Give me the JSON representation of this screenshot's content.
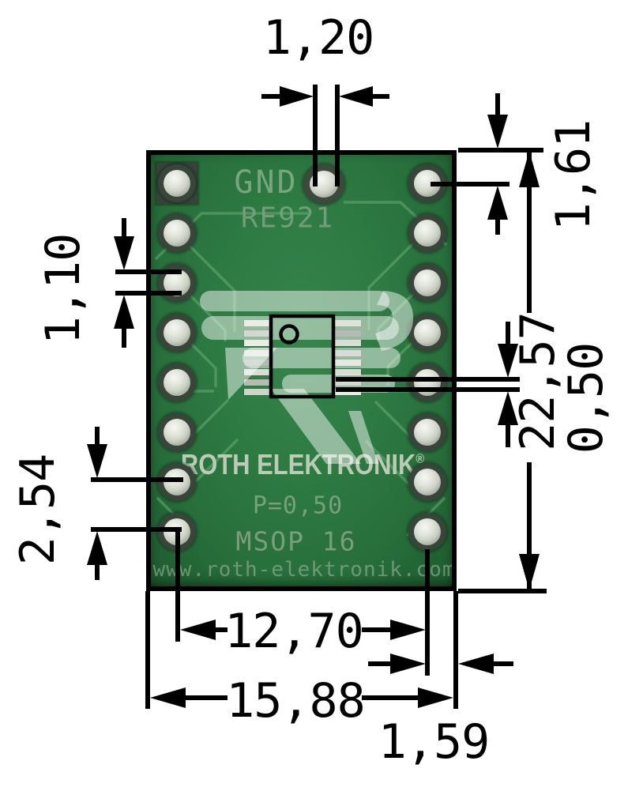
{
  "board": {
    "silkscreen": {
      "gnd": "GND",
      "part_number": "RE921",
      "brand": "ROTH ELEKTRONIK",
      "registered_mark": "®",
      "pitch_label": "P=0,50",
      "package_label": "MSOP 16",
      "website": "www.roth-elektronik.com"
    }
  },
  "dimensions_mm": {
    "gnd_pad_width": "1,20",
    "top_edge_to_first_pin": "1,61",
    "hole_pad_diameter": "1,10",
    "board_length": "22,57",
    "smd_pad_pitch": "0,50",
    "pin_pitch": "2,54",
    "pin_row_spacing": "12,70",
    "board_width": "15,88",
    "last_pin_to_edge": "1,59"
  },
  "theme": {
    "pcb_green": "#2d7a43",
    "pad_silver": "#dfe3da",
    "pad_ring_dark": "#39453a",
    "silkscreen_green": "#8cab8a",
    "brand_silkscreen": "#bccbb6",
    "trace_green": "#55a066",
    "dimension_ink": "#000000",
    "watermark_white": "rgba(255,255,255,0.48)",
    "background": "#ffffff"
  }
}
